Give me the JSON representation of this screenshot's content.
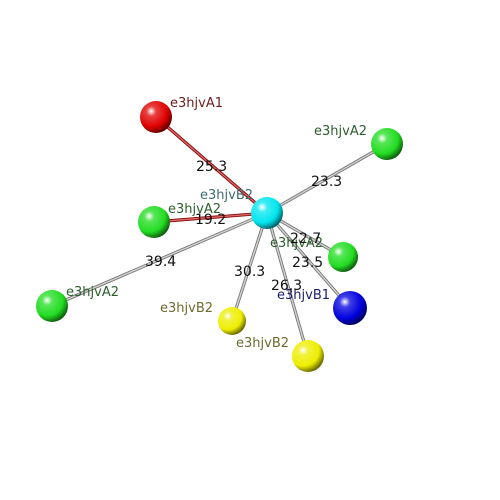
{
  "nodes": {
    "center": {
      "label": "e3hjvB2",
      "color": "#00e5ef",
      "label_color": "#3d6b6f"
    },
    "red_a1": {
      "label": "e3hjvA1",
      "color": "#e00000",
      "label_color": "#6b1c1c"
    },
    "green_top_right": {
      "label": "e3hjvA2",
      "color": "#22dd22",
      "label_color": "#2c5e2c"
    },
    "green_left": {
      "label": "e3hjvA2",
      "color": "#22dd22",
      "label_color": "#2c5e2c"
    },
    "green_near": {
      "label": "e3hjvA2",
      "color": "#22dd22",
      "label_color": "#2c5e2c"
    },
    "green_far_left": {
      "label": "e3hjvA2",
      "color": "#22dd22",
      "label_color": "#2c5e2c"
    },
    "yellow_small": {
      "label": "e3hjvB2",
      "color": "#eeee00",
      "label_color": "#6b6b30"
    },
    "yellow_bottom": {
      "label": "e3hjvB2",
      "color": "#eeee00",
      "label_color": "#6b6b30"
    },
    "blue_b1": {
      "label": "e3hjvB1",
      "color": "#0000dd",
      "label_color": "#1c1c6b"
    }
  },
  "edges": [
    {
      "id": "red_a1",
      "label": "25.3",
      "kind": "red"
    },
    {
      "id": "green_left",
      "label": "19.2",
      "kind": "red"
    },
    {
      "id": "green_top_right",
      "label": "23.3",
      "kind": "grey"
    },
    {
      "id": "green_far_left",
      "label": "39.4",
      "kind": "grey"
    },
    {
      "id": "yellow_small",
      "label": "30.3",
      "kind": "grey"
    },
    {
      "id": "green_near",
      "label": "22.7",
      "kind": "grey"
    },
    {
      "id": "blue_b1",
      "label": "23.5",
      "kind": "grey"
    },
    {
      "id": "yellow_bottom",
      "label": "26.3",
      "kind": "grey"
    }
  ],
  "edge_colors": {
    "red": "#cc1111",
    "grey": "#b8b8b8"
  }
}
